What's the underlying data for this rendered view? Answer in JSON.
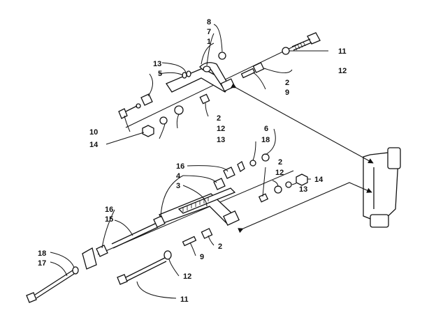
{
  "diagram": {
    "line_color": "#111111",
    "background": "#ffffff",
    "upper_assembly": {
      "callouts": [
        "8",
        "7",
        "1",
        "13",
        "5",
        "11",
        "12",
        "2",
        "9",
        "10",
        "14",
        "2",
        "12",
        "13"
      ]
    },
    "lower_assembly": {
      "callouts": [
        "6",
        "18",
        "16",
        "4",
        "3",
        "2",
        "12",
        "14",
        "13",
        "16",
        "15",
        "18",
        "17",
        "2",
        "9",
        "12",
        "11"
      ]
    }
  }
}
